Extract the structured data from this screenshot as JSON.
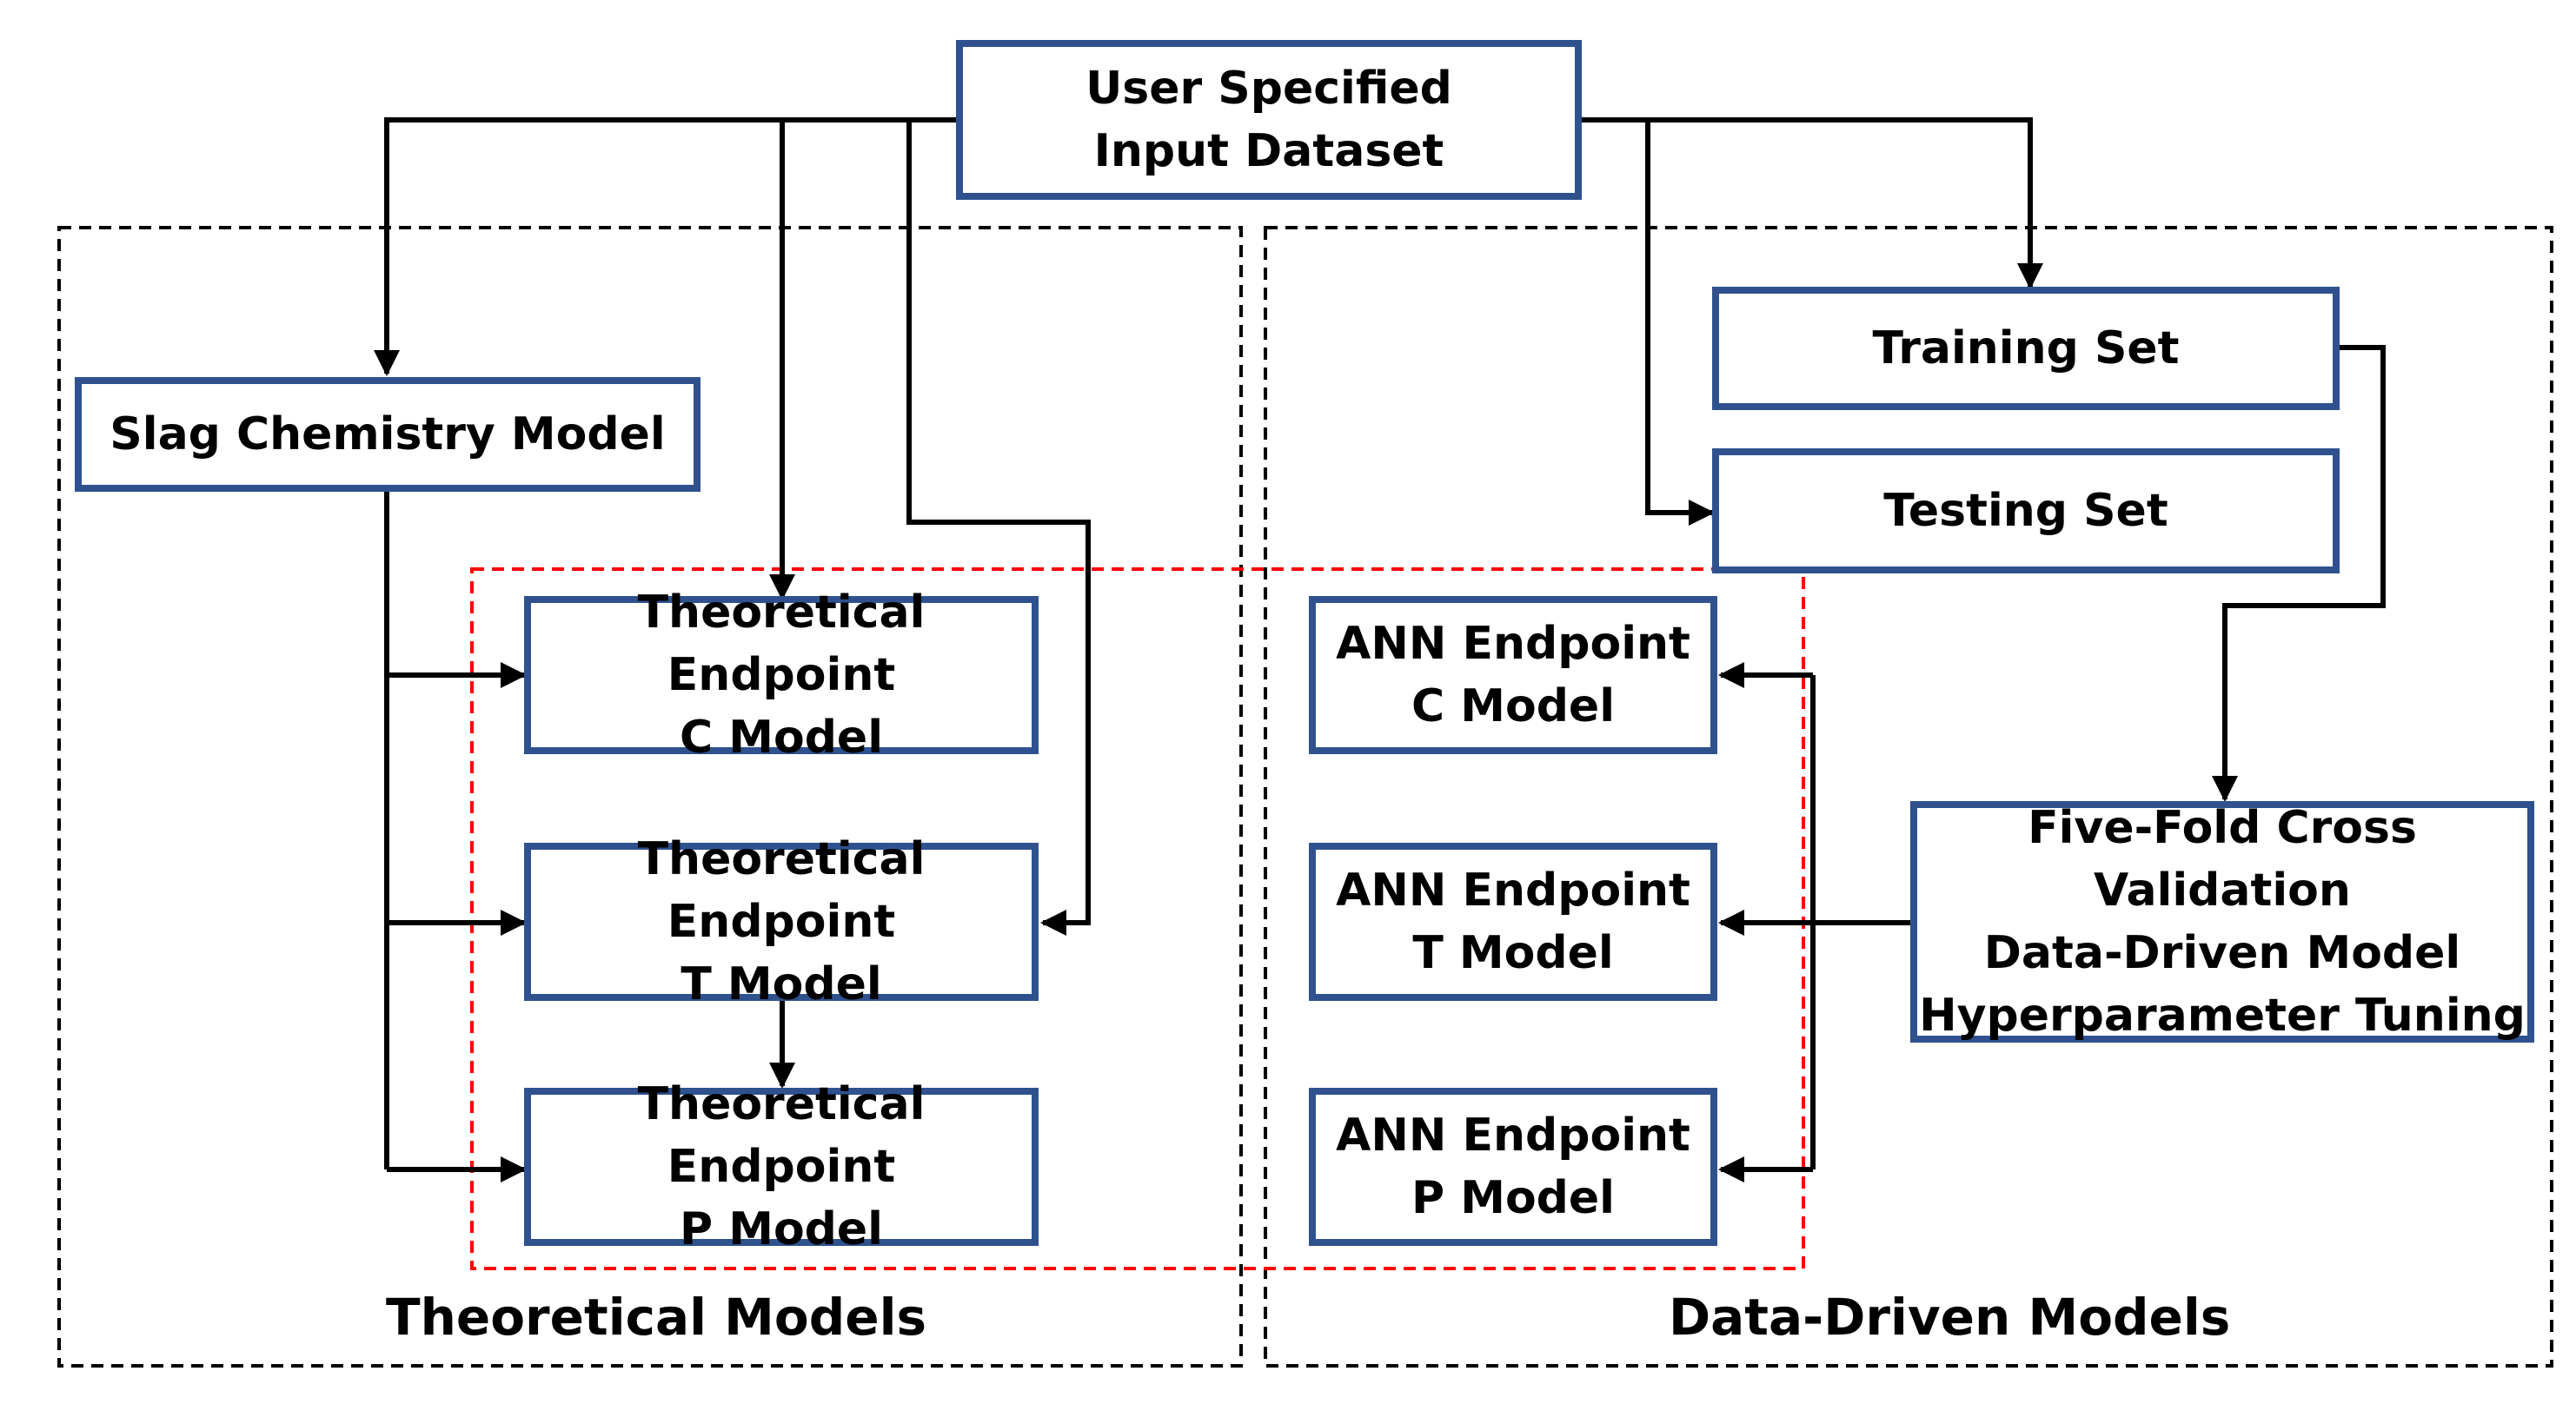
{
  "colors": {
    "node_border": "#2f528f",
    "arrow": "#000000",
    "group_border": "#000000",
    "highlight_border": "#ff0000"
  },
  "input": {
    "line1": "User Specified",
    "line2": "Input Dataset"
  },
  "slag": {
    "label": "Slag Chemistry Model"
  },
  "training": {
    "label": "Training Set"
  },
  "testing": {
    "label": "Testing Set"
  },
  "cv": {
    "line1": "Five-Fold Cross Validation",
    "line2": "Data-Driven Model",
    "line3": "Hyperparameter Tuning"
  },
  "theo_c": {
    "line1": "Theoretical Endpoint",
    "line2": "C Model"
  },
  "theo_t": {
    "line1": "Theoretical Endpoint",
    "line2": "T Model"
  },
  "theo_p": {
    "line1": "Theoretical Endpoint",
    "line2": "P Model"
  },
  "ann_c": {
    "line1": "ANN Endpoint",
    "line2": "C Model"
  },
  "ann_t": {
    "line1": "ANN Endpoint",
    "line2": "T Model"
  },
  "ann_p": {
    "line1": "ANN Endpoint",
    "line2": "P Model"
  },
  "groups": {
    "theoretical": "Theoretical Models",
    "data_driven": "Data-Driven Models"
  }
}
